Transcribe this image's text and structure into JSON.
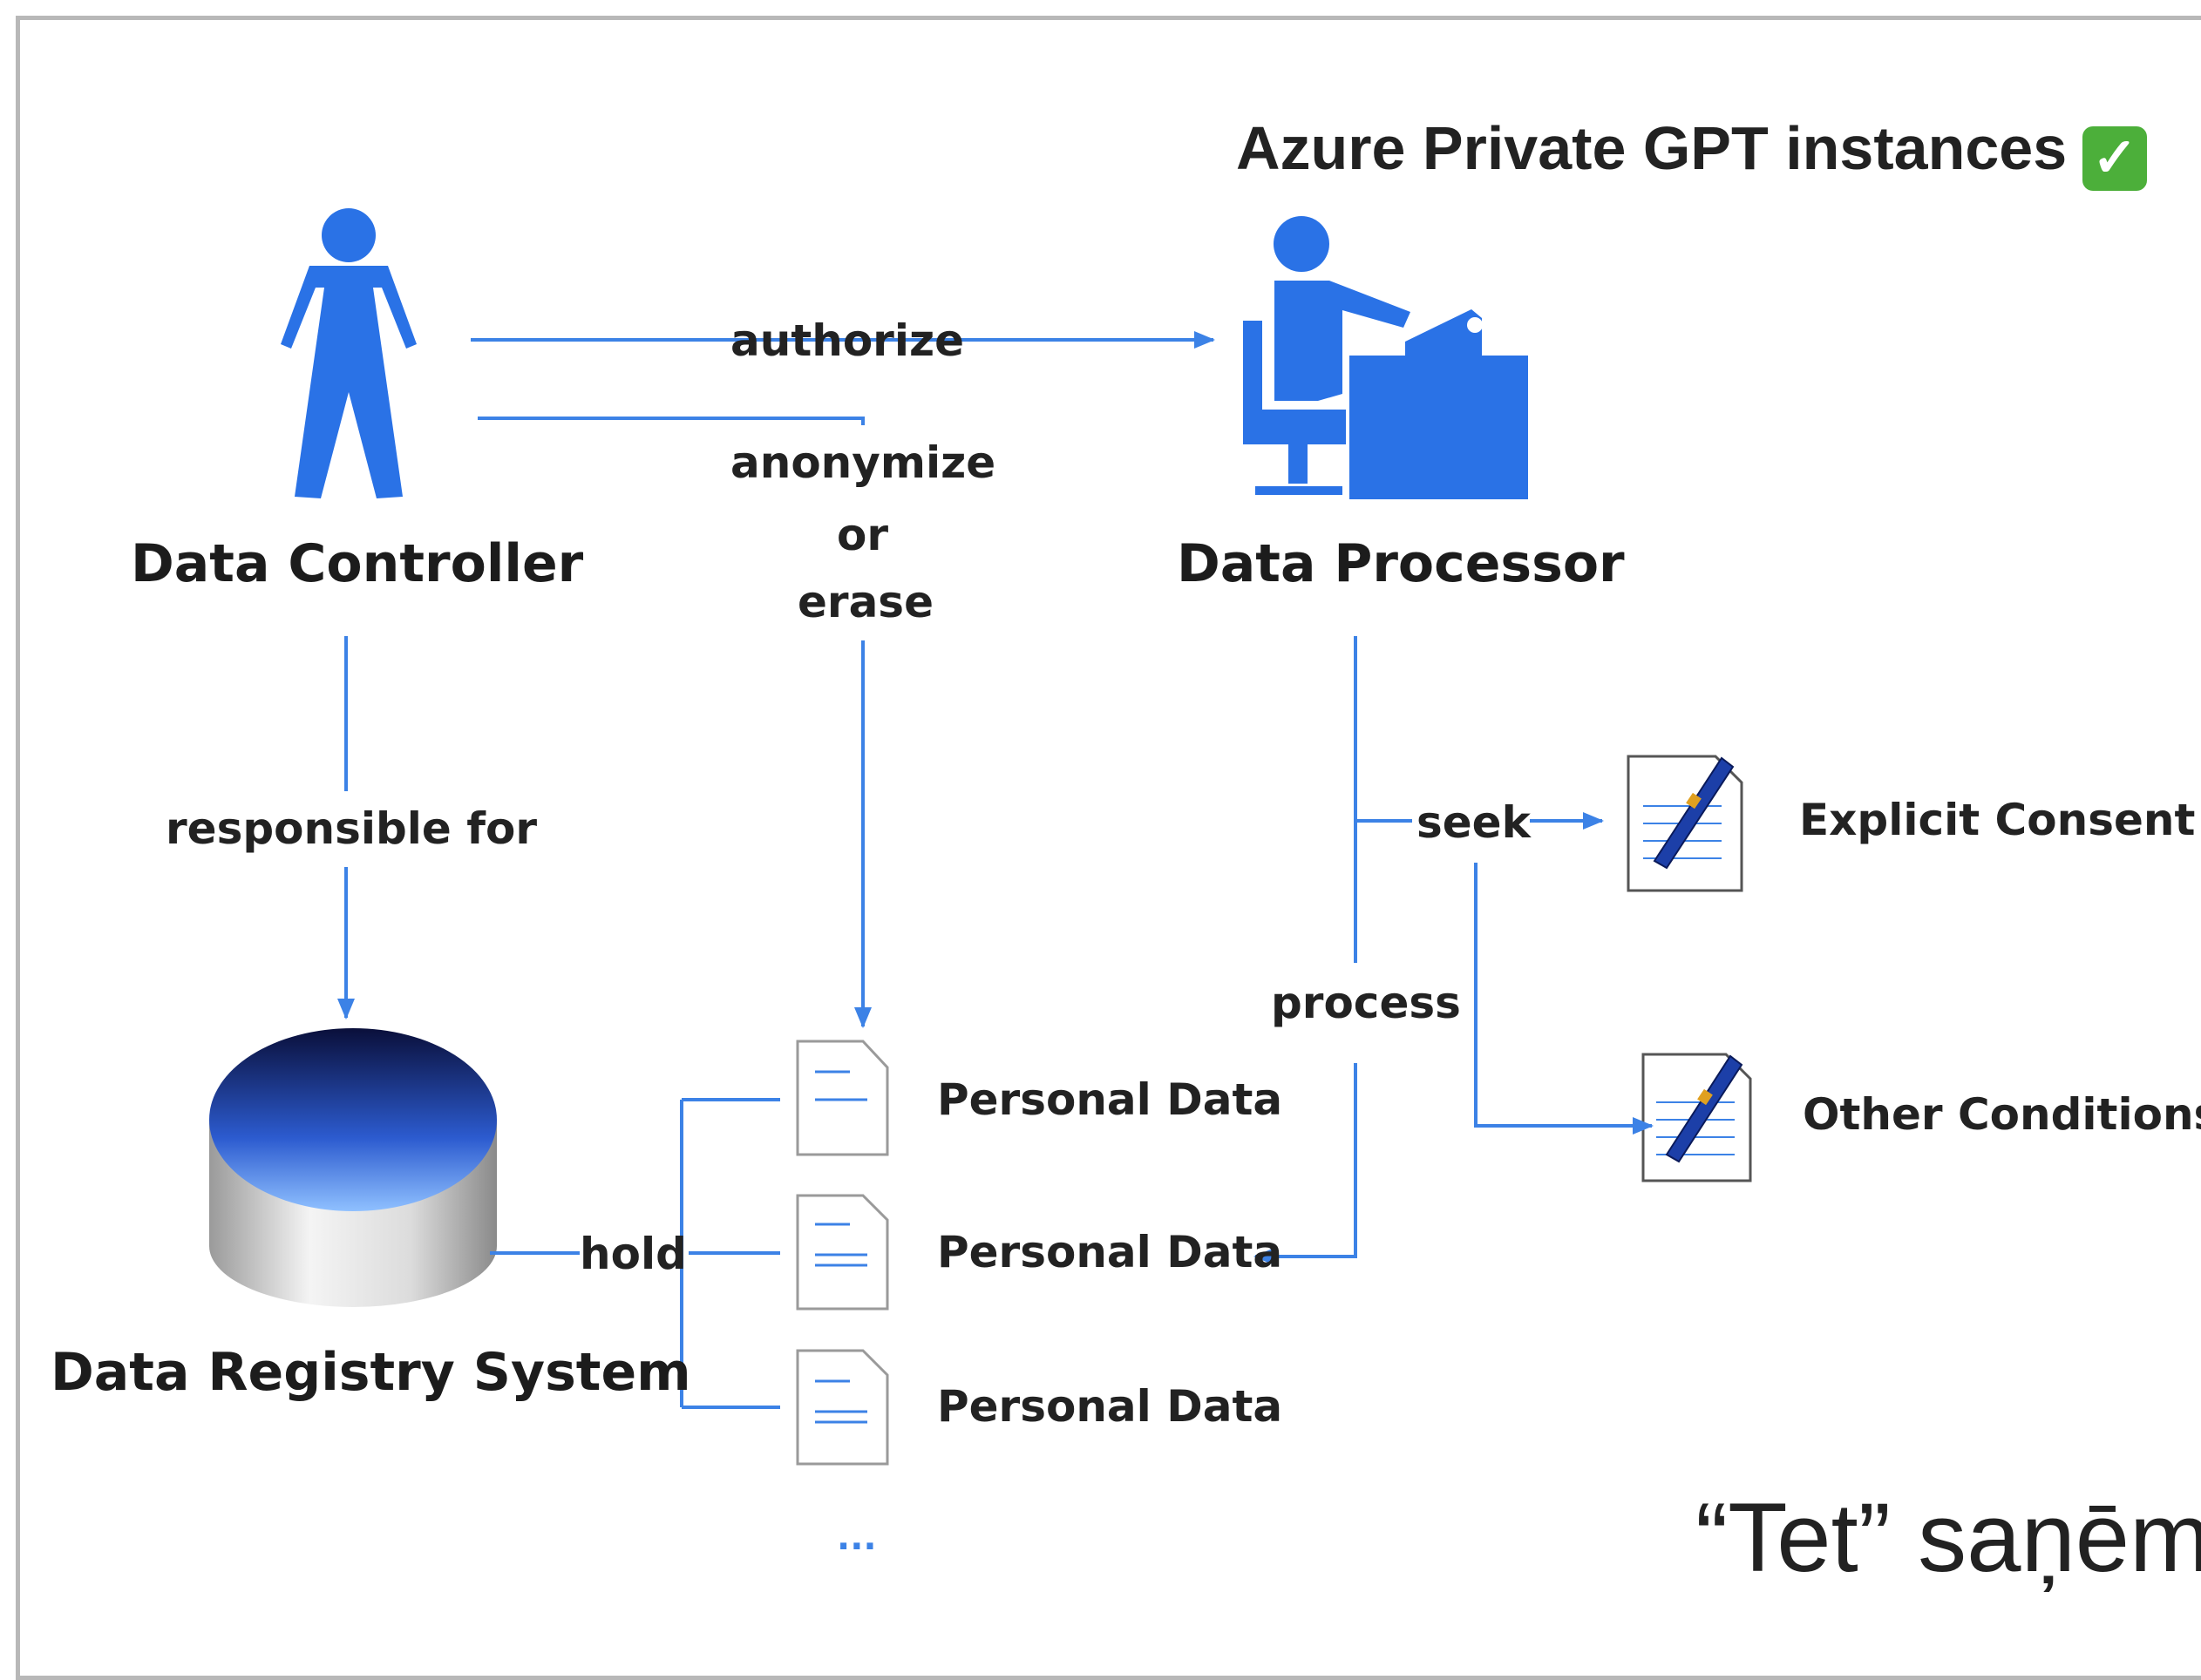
{
  "annotation": {
    "text": "Azure Private GPT instances",
    "check": "✓"
  },
  "nodes": {
    "controller": "Data Controller",
    "processor": "Data Processor",
    "registry": "Data Registry System",
    "explicit_consent": "Explicit Consent",
    "other_conditions": "Other Conditions",
    "personal_data": [
      "Personal Data",
      "Personal Data",
      "Personal Data"
    ],
    "ellipsis": "..."
  },
  "edges": {
    "authorize": "authorize",
    "anonymize": "anonymize",
    "or": "or",
    "erase": "erase",
    "responsible_for": "responsible for",
    "hold": "hold",
    "process": "process",
    "seek": "seek"
  },
  "caption": "“Tet” saņēm",
  "colors": {
    "accent": "#2a72e6",
    "line": "#3c82e6",
    "check": "#4caf3a"
  }
}
